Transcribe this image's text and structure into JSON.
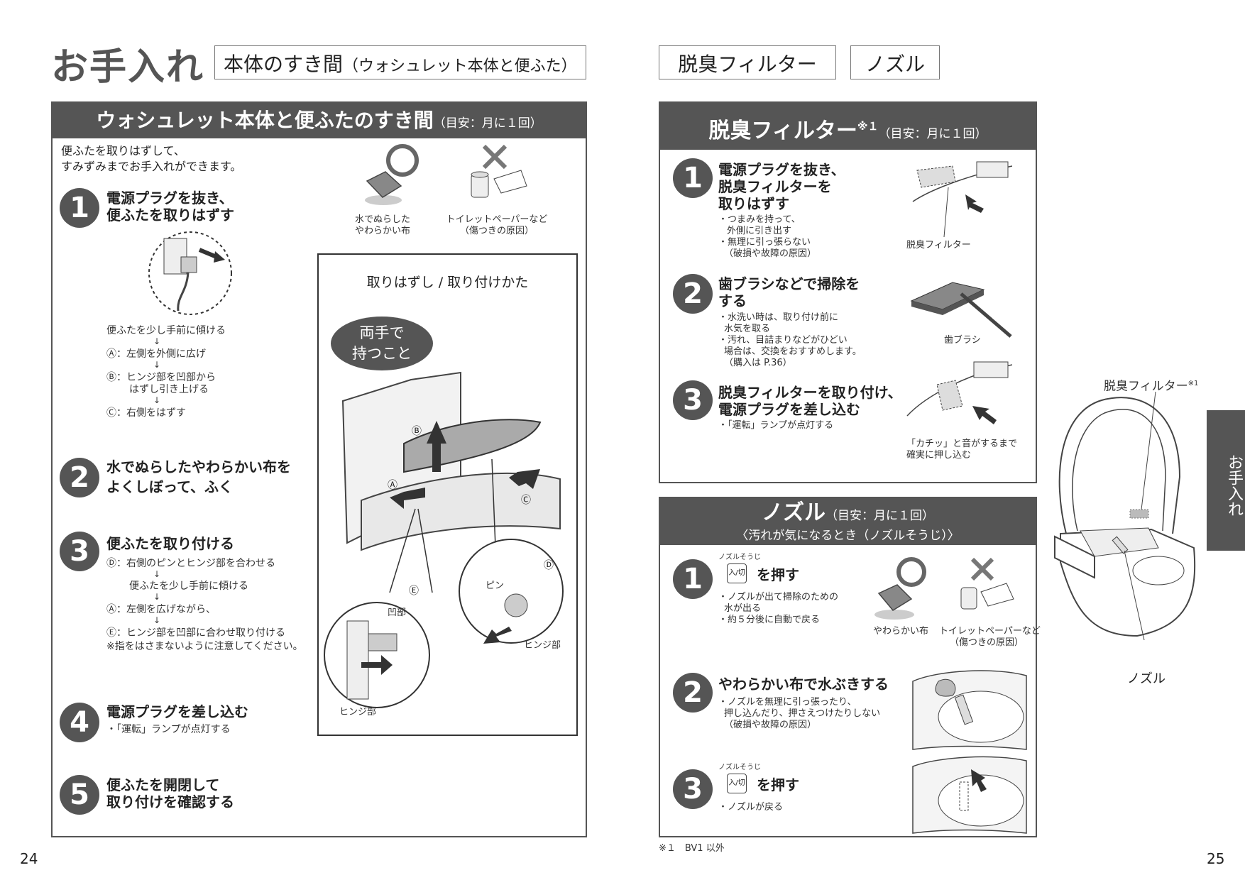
{
  "left": {
    "title": "お手入れ",
    "tag_main": "本体のすき間",
    "tag_sub": "（ウォシュレット本体と便ふた）",
    "panel_title": "ウォシュレット本体と便ふたのすき間",
    "panel_freq": "（目安：月に１回）",
    "intro": [
      "便ふたを取りはずして、",
      "すみずみまでお手入れができます。"
    ],
    "good_label": [
      "水でぬらした",
      "やわらかい布"
    ],
    "bad_label": [
      "トイレットペーパーなど",
      "（傷つきの原因）"
    ],
    "steps": [
      {
        "num": "1",
        "title": [
          "電源プラグを抜き、",
          "便ふたを取りはずす"
        ]
      },
      {
        "num": "2",
        "title": [
          "水でぬらしたやわらかい布を",
          "よくしぼって、ふく"
        ]
      },
      {
        "num": "3",
        "title": [
          "便ふたを取り付ける"
        ]
      },
      {
        "num": "4",
        "title": [
          "電源プラグを差し込む"
        ]
      },
      {
        "num": "5",
        "title": [
          "便ふたを開閉して",
          "取り付けを確認する"
        ]
      }
    ],
    "step1_sub": [
      "便ふたを少し手前に傾ける",
      "Ⓐ：左側を外側に広げ",
      "Ⓑ：ヒンジ部を凹部から",
      "はずし引き上げる",
      "Ⓒ：右側をはずす"
    ],
    "step3_sub": [
      "Ⓓ：右側のピンとヒンジ部を合わせる",
      "便ふたを少し手前に傾ける",
      "Ⓐ：左側を広げながら、",
      "Ⓔ：ヒンジ部を凹部に合わせ取り付ける",
      "※指をはさまないように注意してください。"
    ],
    "step4_sub": "・「運転」ランプが点灯する",
    "box_title": "取りはずし / 取り付けかた",
    "box_bubble": [
      "両手で",
      "持つこと"
    ],
    "box_labels": {
      "a": "Ⓐ",
      "b": "Ⓑ",
      "c": "Ⓒ",
      "d": "Ⓓ",
      "e": "Ⓔ",
      "pin": "ピン",
      "hinge1": "ヒンジ部",
      "recess": "凹部",
      "hinge2": "ヒンジ部"
    },
    "page_num": "24"
  },
  "right": {
    "tag1": "脱臭フィルター",
    "tag2": "ノズル",
    "filter": {
      "title": "脱臭フィルター",
      "mark": "※１",
      "freq": "（目安：月に１回）",
      "steps": [
        {
          "num": "1",
          "title": [
            "電源プラグを抜き、",
            "脱臭フィルターを",
            "取りはずす"
          ],
          "sub": [
            "・つまみを持って、",
            "外側に引き出す",
            "・無理に引っ張らない",
            "（破損や故障の原因）"
          ]
        },
        {
          "num": "2",
          "title": [
            "歯ブラシなどで掃除を",
            "する"
          ],
          "sub": [
            "・水洗い時は、取り付け前に",
            "水気を取る",
            "・汚れ、目詰まりなどがひどい",
            "場合は、交換をおすすめします。",
            "（購入は P.36）"
          ]
        },
        {
          "num": "3",
          "title": [
            "脱臭フィルターを取り付け、",
            "電源プラグを差し込む"
          ],
          "sub": [
            "・「運転」ランプが点灯する"
          ]
        }
      ],
      "label_filter": "脱臭フィルター",
      "label_brush": "歯ブラシ",
      "label_click": [
        "「カチッ」と音がするまで",
        "確実に押し込む"
      ]
    },
    "nozzle": {
      "title": "ノズル",
      "freq": "（目安：月に１回）",
      "subtitle": "〈汚れが気になるとき（ノズルそうじ）〉",
      "btn_caption": "ノズルそうじ",
      "btn_icon": "入/切",
      "steps": [
        {
          "num": "1",
          "title": "を押す",
          "sub": [
            "・ノズルが出て掃除のための",
            "水が出る",
            "・約５分後に自動で戻る"
          ]
        },
        {
          "num": "2",
          "title": "やわらかい布で水ぶきする",
          "sub": [
            "・ノズルを無理に引っ張ったり、",
            "押し込んだり、押さえつけたりしない",
            "（破損や故障の原因）"
          ]
        },
        {
          "num": "3",
          "title": "を押す",
          "sub": [
            "・ノズルが戻る"
          ]
        }
      ],
      "good_label": "やわらかい布",
      "bad_label": [
        "トイレットペーパーなど",
        "（傷つきの原因）"
      ]
    },
    "side_label_filter": "脱臭フィルター",
    "side_label_filter_mark": "※1",
    "side_label_nozzle": "ノズル",
    "side_tab": "お手入れ",
    "footnote": "※１　BV1 以外",
    "page_num": "25"
  }
}
